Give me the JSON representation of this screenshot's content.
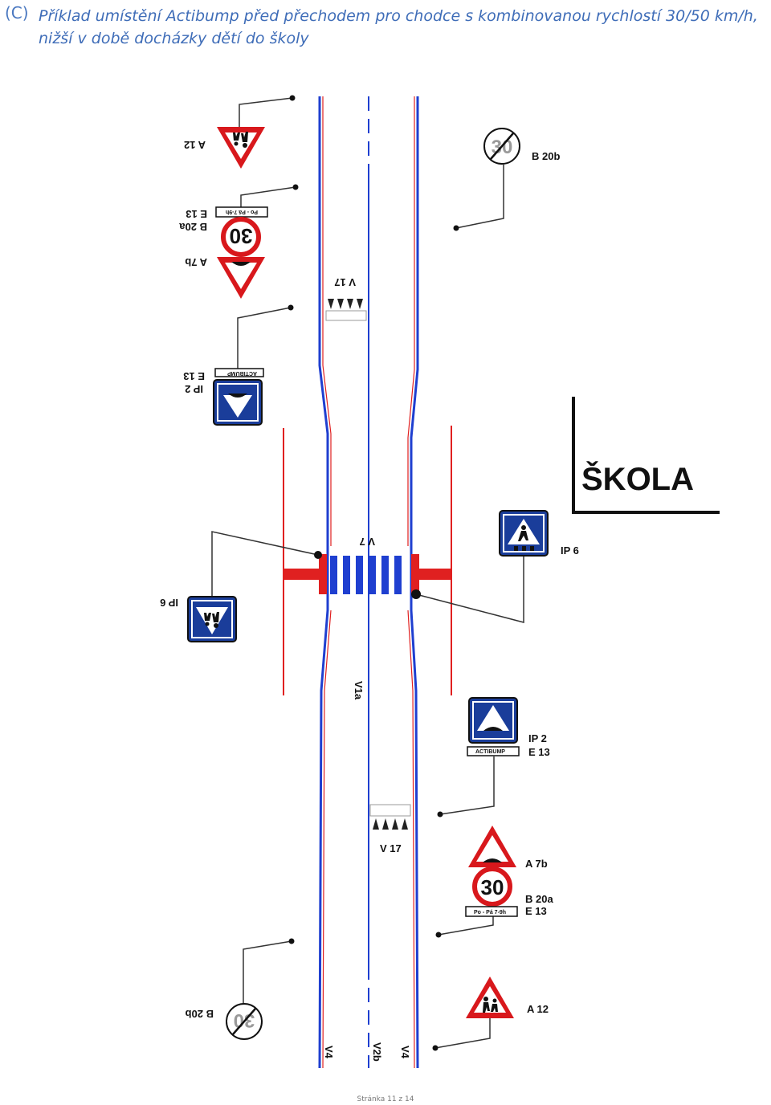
{
  "caption": {
    "letter": "(C)",
    "text": "Příklad umístění Actibump před přechodem pro chodce s kombinovanou rychlostí 30/50 km/h, nižší v době docházky dětí do školy"
  },
  "footer": "Stránka 11 z 14",
  "school_label": "ŠKOLA",
  "labels": {
    "A12": "A 12",
    "A7b": "A 7b",
    "B20a": "B 20a",
    "B20b": "B 20b",
    "E13": "E 13",
    "IP2": "IP 2",
    "IP6": "IP 6",
    "V17": "V 17",
    "V7": "V 7",
    "V1a": "V1a",
    "V2b": "V2b",
    "V4": "V4"
  },
  "plates": {
    "time": "Po - Pá 7-9h",
    "actibump": "ACTIBUMP"
  },
  "speed": "30",
  "colors": {
    "caption": "#3f6db8",
    "road_blue": "#1f3fd0",
    "kerb_red": "#e02020",
    "sign_red": "#d8181c",
    "sign_blue": "#1a3d9a"
  }
}
